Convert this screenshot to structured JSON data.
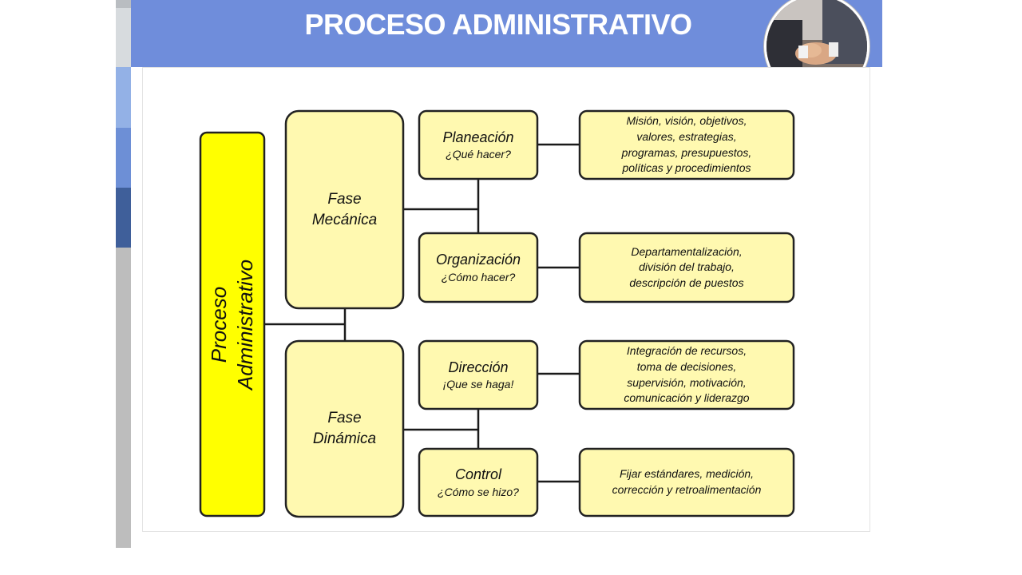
{
  "header": {
    "title": "PROCESO ADMINISTRATIVO"
  },
  "photo": {
    "icon": "handshake-photo"
  },
  "diagram": {
    "main": [
      "Proceso",
      "Administrativo"
    ],
    "phases": [
      {
        "lines": [
          "Fase",
          "Mecánica"
        ]
      },
      {
        "lines": [
          "Fase",
          "Dinámica"
        ]
      }
    ],
    "functions": [
      {
        "name": "Planeación",
        "question": "¿Qué hacer?",
        "details": [
          "Misión, visión, objetivos,",
          "valores, estrategias,",
          "programas, presupuestos,",
          "políticas y procedimientos"
        ]
      },
      {
        "name": "Organización",
        "question": "¿Cómo hacer?",
        "details": [
          "Departamentalización,",
          "división del trabajo,",
          "descripción de puestos"
        ]
      },
      {
        "name": "Dirección",
        "question": "¡Que se haga!",
        "details": [
          "Integración de recursos,",
          "toma de decisiones,",
          "supervisión, motivación,",
          "comunicación y liderazgo"
        ]
      },
      {
        "name": "Control",
        "question": "¿Cómo se hizo?",
        "details": [
          "Fijar estándares, medición,",
          "corrección y retroalimentación"
        ]
      }
    ]
  },
  "colors": {
    "header": "#6f8ddb",
    "main_box": "#ffff00",
    "box_fill": "#fff9b0",
    "stroke": "#222222"
  }
}
